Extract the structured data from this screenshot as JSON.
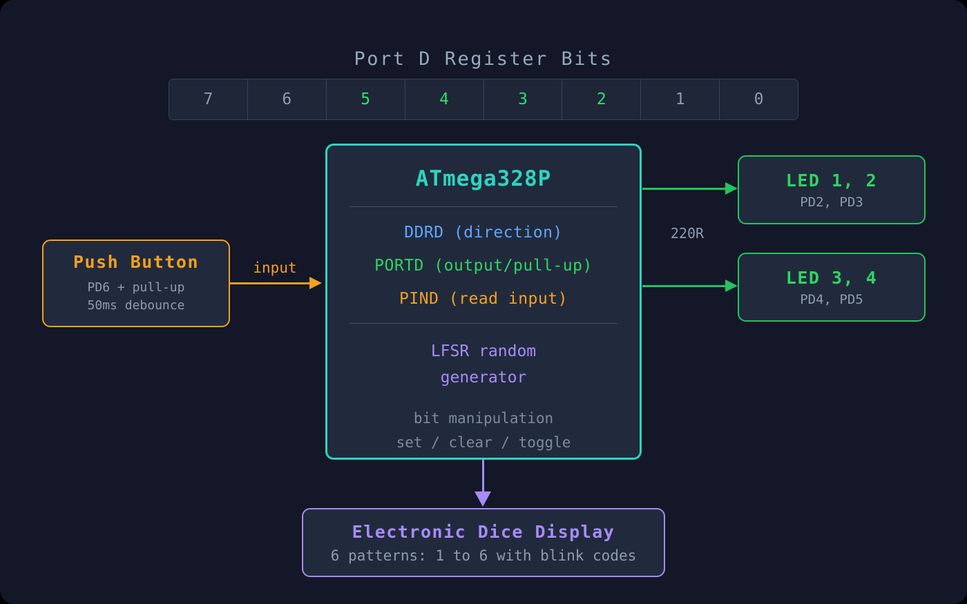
{
  "register": {
    "title": "Port D Register Bits",
    "bits": [
      {
        "label": "7",
        "active": false
      },
      {
        "label": "6",
        "active": false
      },
      {
        "label": "5",
        "active": true
      },
      {
        "label": "4",
        "active": true
      },
      {
        "label": "3",
        "active": true
      },
      {
        "label": "2",
        "active": true
      },
      {
        "label": "1",
        "active": false
      },
      {
        "label": "0",
        "active": false
      }
    ]
  },
  "mcu": {
    "title": "ATmega328P",
    "registers": [
      {
        "text": "DDRD (direction)",
        "color": "#60a5fa"
      },
      {
        "text": "PORTD (output/pull-up)",
        "color": "#2fd463"
      },
      {
        "text": "PIND (read input)",
        "color": "#f5a020"
      }
    ],
    "feature_line1": "LFSR random",
    "feature_line2": "generator",
    "note_line1": "bit manipulation",
    "note_line2": "set / clear / toggle"
  },
  "button": {
    "title": "Push Button",
    "sub_line1": "PD6 + pull-up",
    "sub_line2": "50ms debounce"
  },
  "leds": [
    {
      "title": "LED 1, 2",
      "pins": "PD2, PD3"
    },
    {
      "title": "LED 3, 4",
      "pins": "PD4, PD5"
    }
  ],
  "dice": {
    "title": "Electronic Dice Display",
    "sub": "6 patterns: 1 to 6 with blink codes"
  },
  "edges": {
    "input_label": "input",
    "resistor_label": "220R"
  },
  "colors": {
    "background": "#131727",
    "box_fill": "#212a3c",
    "teal": "#2dd4bf",
    "green": "#22c55e",
    "orange": "#f5a020",
    "purple": "#a78bfa",
    "blue": "#60a5fa",
    "muted": "#8e9bb0"
  }
}
